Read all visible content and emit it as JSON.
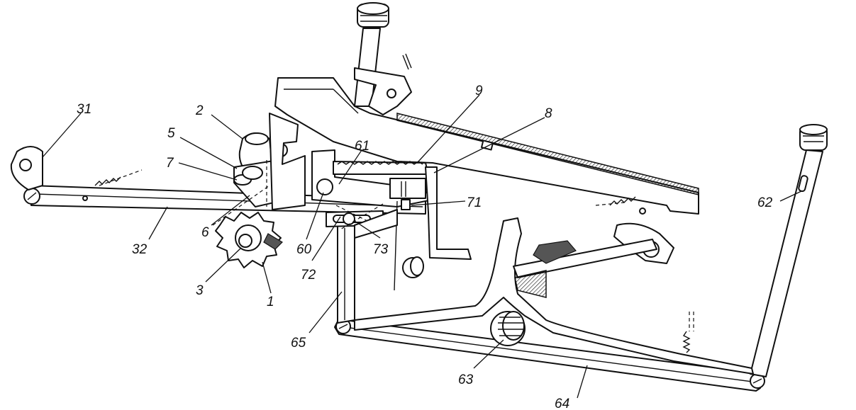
{
  "diagram": {
    "labels": [
      {
        "id": "31",
        "text": "31"
      },
      {
        "id": "2",
        "text": "2"
      },
      {
        "id": "5",
        "text": "5"
      },
      {
        "id": "7",
        "text": "7"
      },
      {
        "id": "6",
        "text": "6"
      },
      {
        "id": "32",
        "text": "32"
      },
      {
        "id": "3",
        "text": "3"
      },
      {
        "id": "1",
        "text": "1"
      },
      {
        "id": "61",
        "text": "61"
      },
      {
        "id": "60",
        "text": "60"
      },
      {
        "id": "72",
        "text": "72"
      },
      {
        "id": "73",
        "text": "73"
      },
      {
        "id": "71",
        "text": "71"
      },
      {
        "id": "9",
        "text": "9"
      },
      {
        "id": "8",
        "text": "8"
      },
      {
        "id": "65",
        "text": "65"
      },
      {
        "id": "63",
        "text": "63"
      },
      {
        "id": "64",
        "text": "64"
      },
      {
        "id": "62",
        "text": "62"
      }
    ]
  }
}
